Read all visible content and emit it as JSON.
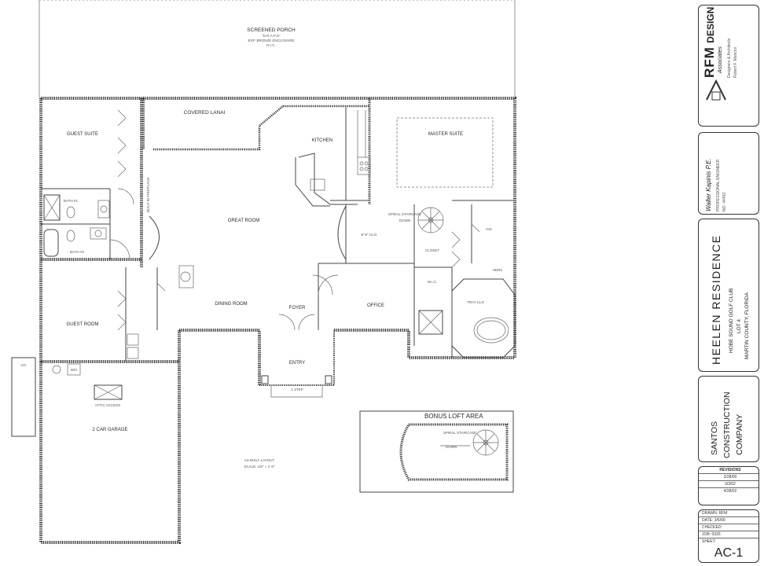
{
  "rooms": {
    "screened_porch": "SCREENED PORCH",
    "screened_porch_note1": "\"D.R.A.P.G\"",
    "screened_porch_note2": "EXP. BRONZE ENCLOSURE",
    "screened_porch_note3": "N.I.C.",
    "covered_lanai": "COVERED LANAI",
    "guest_suite": "GUEST SUITE",
    "kitchen": "KITCHEN",
    "master_suite": "MASTER SUITE",
    "bath1": "BATH #1",
    "bath2": "BATH #2",
    "great_room": "GREAT ROOM",
    "fireplace": "BUILT-IN FIREPLACE",
    "dining_room": "DINING ROOM",
    "foyer": "FOYER",
    "office": "OFFICE",
    "guest_room": "GUEST ROOM",
    "entry": "ENTRY",
    "step": "1 STEP",
    "garage": "2 CAR GARAGE",
    "attic_access": "ATTIC ACCESS",
    "closet_8x6": "8'-6\" CLO.",
    "closet": "CLOSET",
    "wic": "W.I.C.",
    "his": "HIS",
    "hers_clo": "HERS",
    "tray_clg": "TRAY CLG",
    "ac": "A/C",
    "wh": "W/H",
    "spiral_stair": "SPIRAL STAIRCASE",
    "down": "DOWN",
    "layout_title": "AS BUILT LAYOUT",
    "layout_scale": "SCALE: 1/8\" = 1'-0\""
  },
  "bonus_loft": {
    "title": "BONUS LOFT AREA",
    "stair_label": "SPIRAL STAIRCASE",
    "down": "DOWN"
  },
  "title_block": {
    "firm_name": "RFM",
    "firm_design": "DESIGN",
    "firm_associates": "Associates",
    "firm_line1": "Designers & Architects",
    "firm_line2": "Robert F. Mancini",
    "engineer_name": "Walter Kapinis P.E.",
    "engineer_title": "PROFESSIONAL ENGINEER",
    "engineer_no": "NO. 44453",
    "project_name": "HEELEN RESIDENCE",
    "project_line1": "HOBE SOUND GOLF CLUB",
    "project_line2": "LOT 4",
    "project_line3": "MARTIN COUNTY, FLORIDA",
    "builder_line1": "SANTOS",
    "builder_line2": "CONSTRUCTION",
    "builder_line3": "COMPANY",
    "revisions_label": "REVISIONS",
    "revisions": [
      "3/28/00",
      "3/3/02",
      "4/28/02"
    ],
    "drawn_label": "DRAWN:",
    "drawn_value": "RFM",
    "date_label": "DATE:",
    "date_value": "3/6/00",
    "checked_label": "CHECKED:",
    "job_label": "JOB:",
    "job_value": "0326",
    "sheet_label": "SHEET:",
    "sheet_value": "AC-1"
  }
}
